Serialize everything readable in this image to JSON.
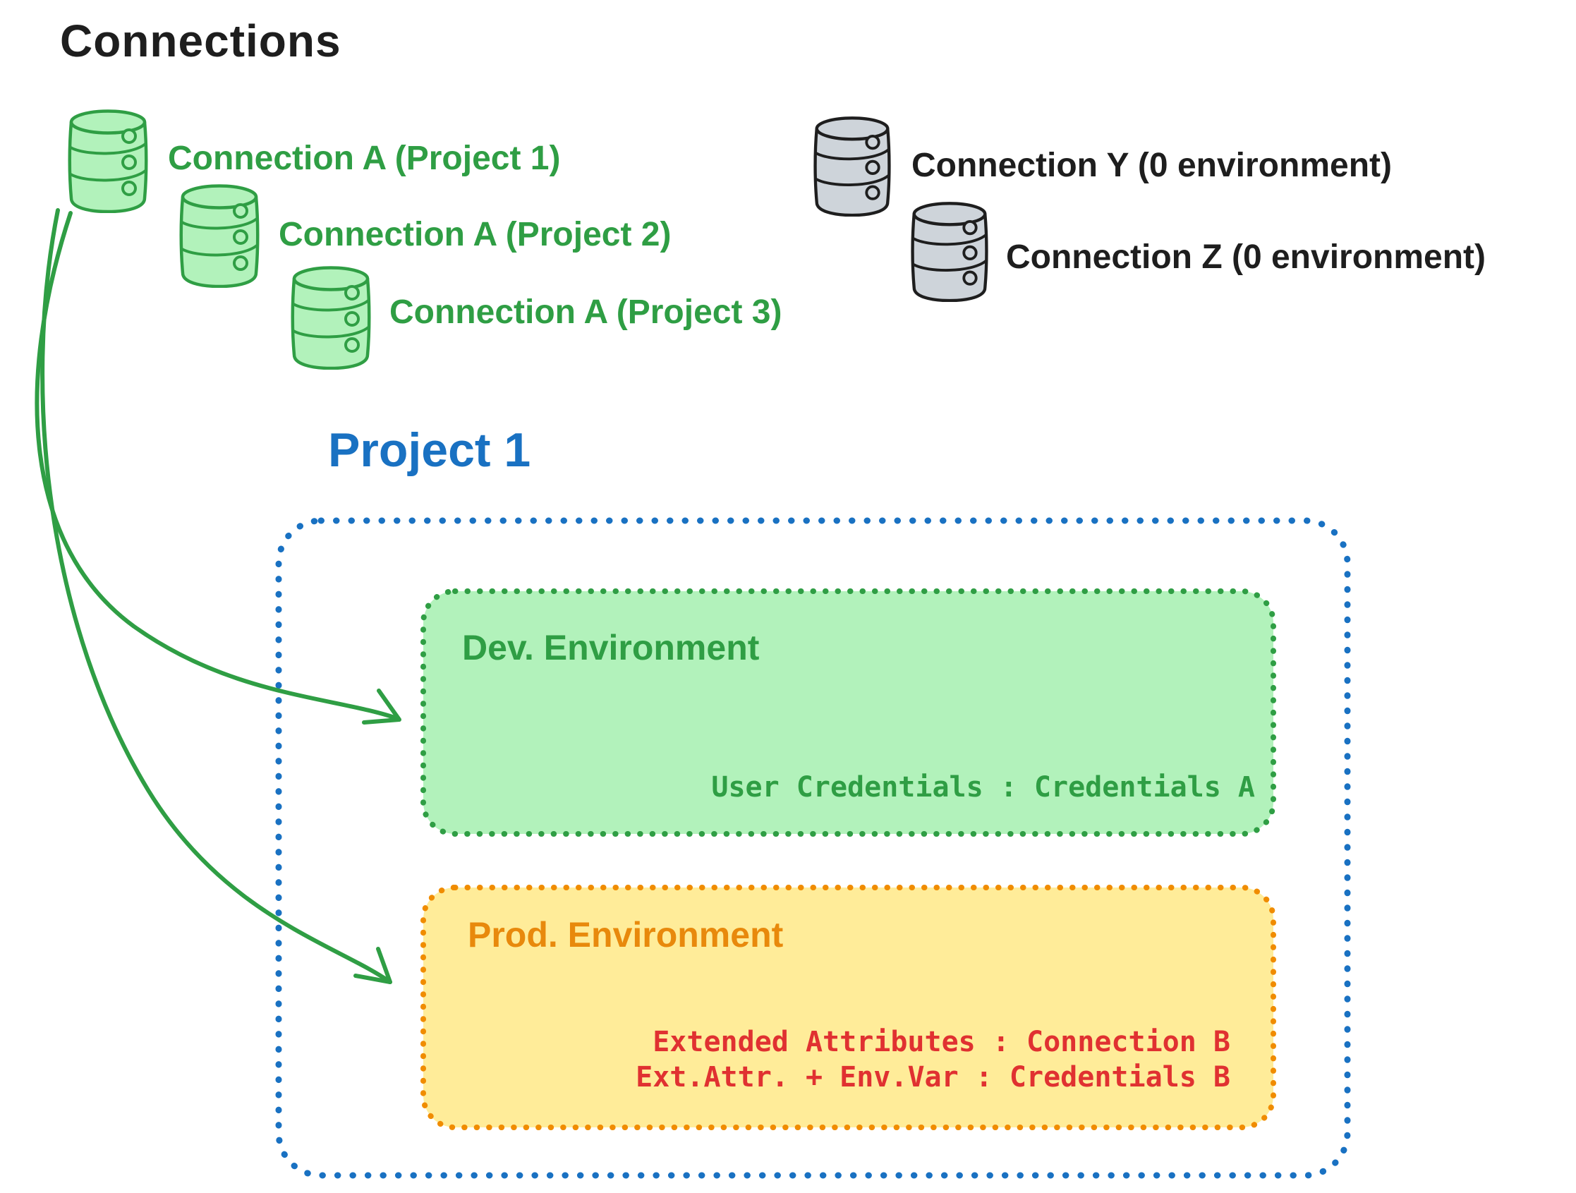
{
  "page_title": "Connections",
  "green_connections": [
    {
      "label": "Connection A (Project 1)"
    },
    {
      "label": "Connection A (Project 2)"
    },
    {
      "label": "Connection A (Project 3)"
    }
  ],
  "gray_connections": [
    {
      "label": "Connection Y (0 environment)"
    },
    {
      "label": "Connection Z (0 environment)"
    }
  ],
  "project": {
    "title": "Project 1",
    "dev": {
      "title": "Dev. Environment",
      "mapping": "User Credentials : Credentials A"
    },
    "prod": {
      "title": "Prod. Environment",
      "mappings": [
        "Extended Attributes : Connection B",
        "Ext.Attr. + Env.Var : Credentials B"
      ]
    }
  },
  "colors": {
    "green_stroke": "#2f9e44",
    "green_fill": "#b2f2bb",
    "blue": "#1971c2",
    "orange_stroke": "#f08c00",
    "orange_text": "#e8890c",
    "yellow_fill": "#ffec99",
    "red_text": "#e03131",
    "black_text": "#1e1e1e",
    "gray_fill": "#ced4da"
  }
}
